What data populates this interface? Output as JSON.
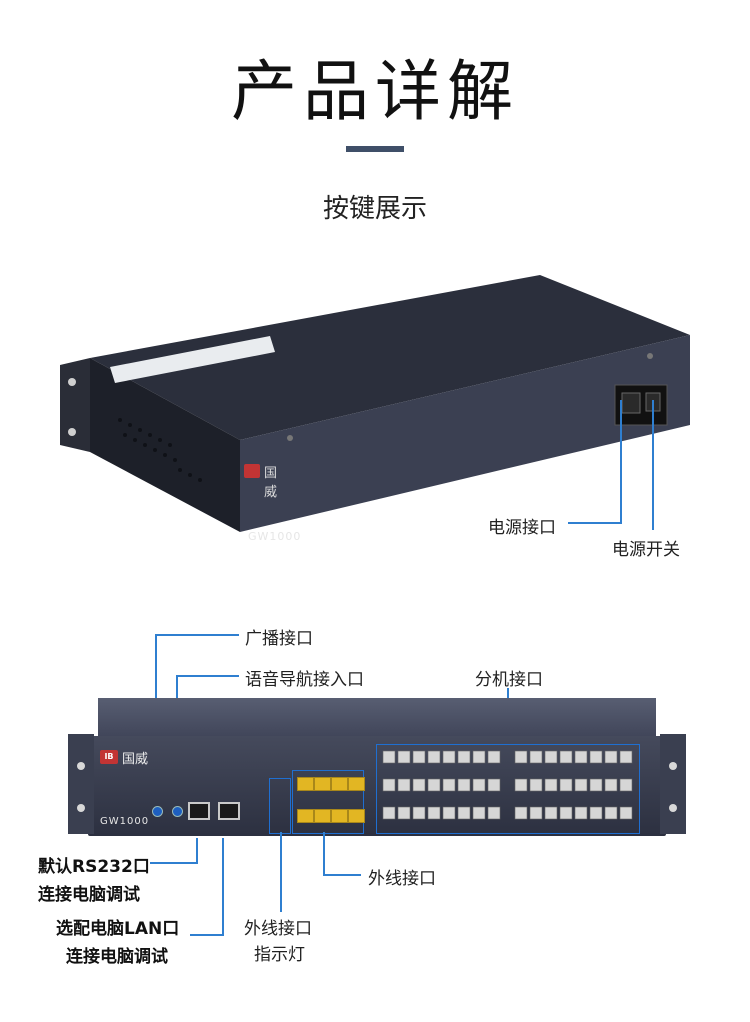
{
  "header": {
    "title": "产品详解",
    "subtitle": "按键展示"
  },
  "rear_view": {
    "model": "GW1000",
    "brand": "国威",
    "power_port_label": "电源接口",
    "power_switch_label": "电源开关"
  },
  "front_view": {
    "model": "GW1000",
    "brand": "国威",
    "broadcast_label": "广播接口",
    "ivr_label": "语音导航接入口",
    "extension_label": "分机接口",
    "rs232_label_line1": "默认RS232口",
    "rs232_label_line2": "连接电脑调试",
    "lan_label_line1": "选配电脑LAN口",
    "lan_label_line2": "连接电脑调试",
    "trunk_label": "外线接口",
    "trunk_led_label_line1": "外线接口",
    "trunk_led_label_line2": "指示灯",
    "colors": {
      "accent": "#2f7fd0",
      "chassis": "#3a3f50",
      "trunk_port": "#e2b623"
    }
  }
}
